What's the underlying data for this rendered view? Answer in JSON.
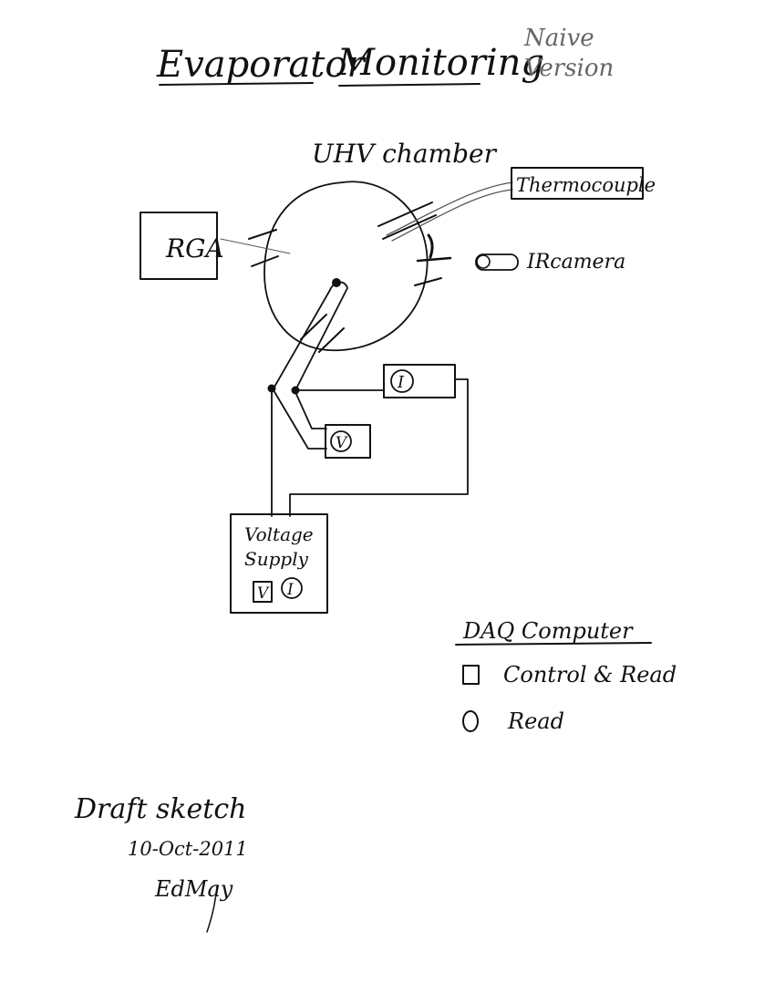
{
  "title": {
    "word1": "Evaporator",
    "word2": "Monitoring"
  },
  "version_note": {
    "line1": "Naive",
    "line2": "Version"
  },
  "chamber": {
    "label": "UHV chamber"
  },
  "components": {
    "rga": "RGA",
    "thermocouple": "Thermocouple",
    "ir_camera": "IRcamera",
    "current_meter": "I",
    "voltage_meter": "V",
    "supply_line1": "Voltage",
    "supply_line2": "Supply",
    "supply_v": "V",
    "supply_i": "I"
  },
  "legend": {
    "title": "DAQ Computer",
    "items": [
      {
        "symbol": "square",
        "label": "Control & Read"
      },
      {
        "symbol": "circle",
        "label": "Read"
      }
    ]
  },
  "footer": {
    "line1": "Draft sketch",
    "date": "10-Oct-2011",
    "author": "EdMay"
  },
  "colors": {
    "ink": "#111111",
    "pencil": "#666666",
    "paper": "#ffffff"
  }
}
